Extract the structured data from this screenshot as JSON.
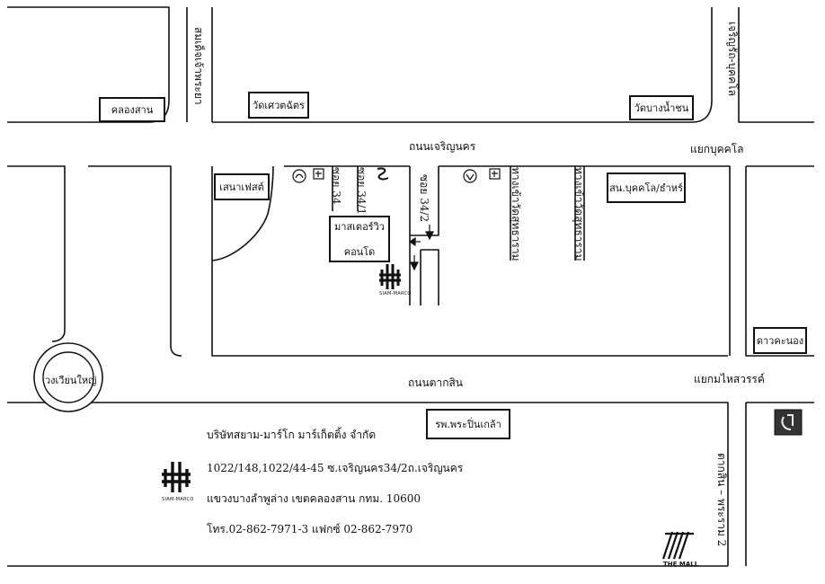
{
  "roads": {
    "top_road": "ถนนเจริญนคร",
    "bottom_road": "ถนนตากสิน",
    "left_vertical": "สมเด็จเจ้าพระยา",
    "right_vertical_top": "เจริญรัถ-บุคคโล",
    "right_vertical_bottom": "ตากสิน – พระราม 2",
    "soi_34": "ซอย 34",
    "soi_34_1": "ซอย 34/1",
    "soi_34_2": "ซอย 34/2",
    "lane_1": "ทางเข้าวัดสุทธาราม",
    "lane_2": "ทางเข้าวัดสุทธาราม"
  },
  "intersections": {
    "top_right": "แยกบุคคโล",
    "bottom_right": "แยกมไหสวรรค์",
    "roundabout": "วงเวียนใหญ่"
  },
  "landmarks": {
    "khlong_san": "คลองสาน",
    "wat_sawet": "วัดเศวตฉัตร",
    "wat_bang_nam_chon": "วัดบางน้ำชน",
    "sena_fest": "เสนาเฟสต์",
    "school": "สน.บุคคโล/ธำหร์",
    "master_view_line1": "มาสเตอร์วิว",
    "master_view_line2": "คอนโด",
    "dao_khanong": "ดาวคะนอง",
    "hospital": "รพ.พระปิ่นเกล้า"
  },
  "logos": {
    "siam_marco_caption": "SIAM-MARCO",
    "the_mall_caption": "THE MALL"
  },
  "company": {
    "name": "บริษัทสยาม-มาร์โก มาร์เก็ตติ้ง จำกัด",
    "address1": "1022/148,1022/44-45 ซ.เจริญนคร34/2ถ.เจริญนคร",
    "address2": "แขวงบางลำพูล่าง เขตคลองสาน กทม. 10600",
    "contact": "โทร.02-862-7971-3 แฟกซ์ 02-862-7970"
  },
  "icons": [
    "711-icon",
    "bank-icon",
    "fuel-station-icon",
    "siam-marco-logo-icon",
    "the-mall-logo-icon",
    "telephone-icon"
  ],
  "colors": {
    "line": "#111111",
    "background": "#ffffff"
  }
}
